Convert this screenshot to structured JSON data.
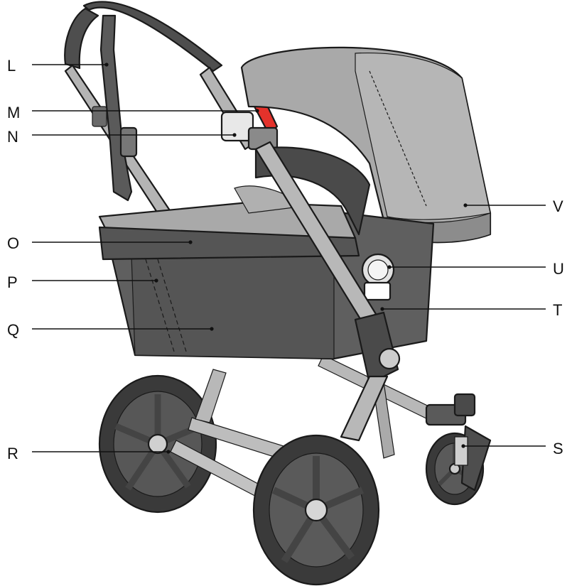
{
  "callouts": [
    {
      "id": "L",
      "label": "L",
      "side": "left"
    },
    {
      "id": "M",
      "label": "M",
      "side": "left"
    },
    {
      "id": "N",
      "label": "N",
      "side": "left"
    },
    {
      "id": "O",
      "label": "O",
      "side": "left"
    },
    {
      "id": "P",
      "label": "P",
      "side": "left"
    },
    {
      "id": "Q",
      "label": "Q",
      "side": "left"
    },
    {
      "id": "R",
      "label": "R",
      "side": "left"
    },
    {
      "id": "S",
      "label": "S",
      "side": "right"
    },
    {
      "id": "T",
      "label": "T",
      "side": "right"
    },
    {
      "id": "U",
      "label": "U",
      "side": "right"
    },
    {
      "id": "V",
      "label": "V",
      "side": "right"
    }
  ],
  "colors": {
    "fabric": "#8c8c8c",
    "fabric_light": "#a9a9a9",
    "fabric_dark": "#5f5f5f",
    "frame": "#b4b4b4",
    "tire": "#3a3a3a",
    "handle": "#4e4e4e",
    "accent_red": "#e4322b",
    "outline": "#1a1a1a"
  }
}
